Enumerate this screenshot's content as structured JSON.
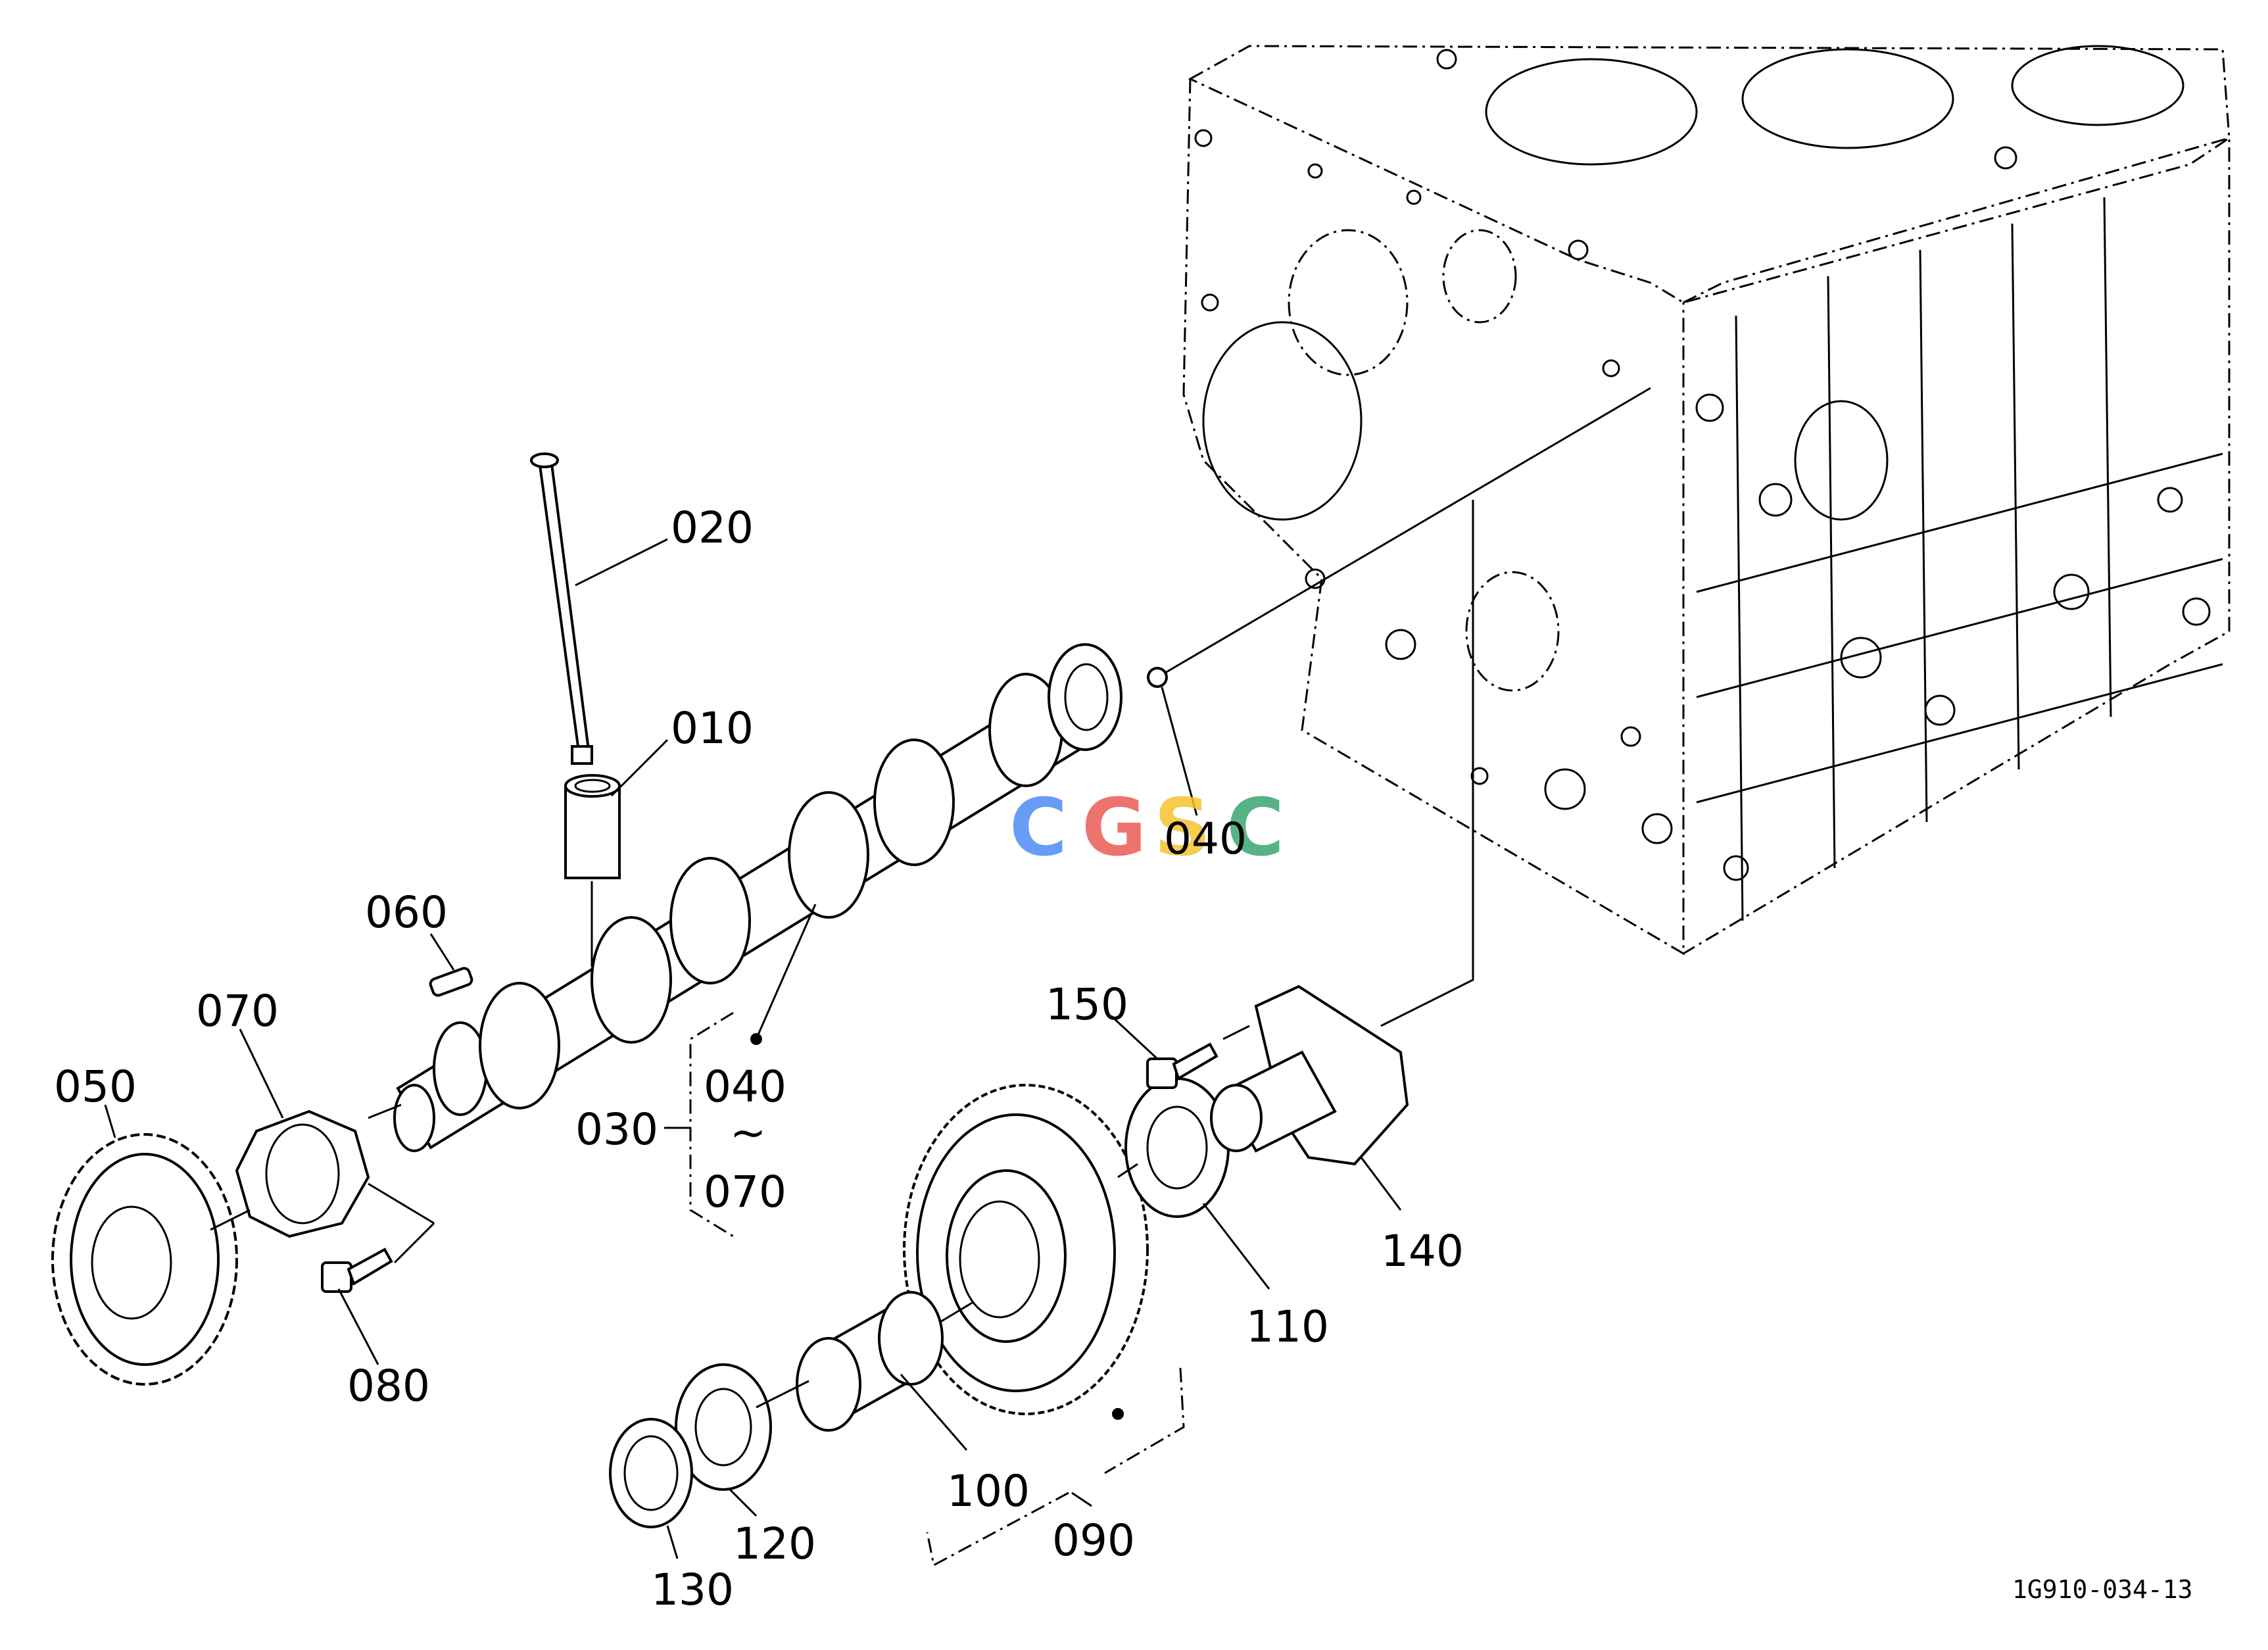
{
  "labels": {
    "p010": "010",
    "p020": "020",
    "p030": "030",
    "p040a": "040",
    "p040b": "040",
    "p050": "050",
    "p060": "060",
    "p070a": "070",
    "p070b": "070",
    "p080": "080",
    "p090": "090",
    "p100": "100",
    "p110": "110",
    "p120": "120",
    "p130": "130",
    "p140": "140",
    "p150": "150",
    "range_mark": "~"
  },
  "watermark": {
    "text": "CGSC",
    "colors": [
      "#4d8cf5",
      "#ea5b55",
      "#f5c230",
      "#3aa570"
    ]
  },
  "drawing_code": "1G910-034-13"
}
